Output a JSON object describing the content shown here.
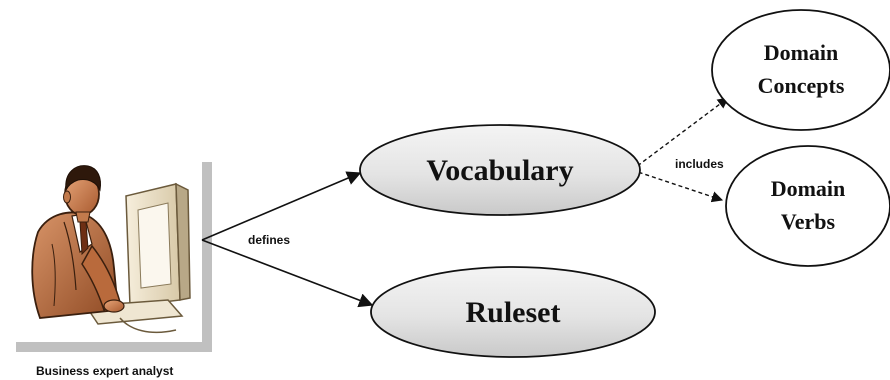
{
  "actor": {
    "label": "Business expert analyst",
    "icon": "business-analyst-at-computer-icon"
  },
  "nodes": {
    "vocabulary": "Vocabulary",
    "ruleset": "Ruleset",
    "domain_concepts": [
      "Domain",
      "Concepts"
    ],
    "domain_verbs": [
      "Domain",
      "Verbs"
    ]
  },
  "edges": {
    "defines": "defines",
    "includes": "includes"
  }
}
